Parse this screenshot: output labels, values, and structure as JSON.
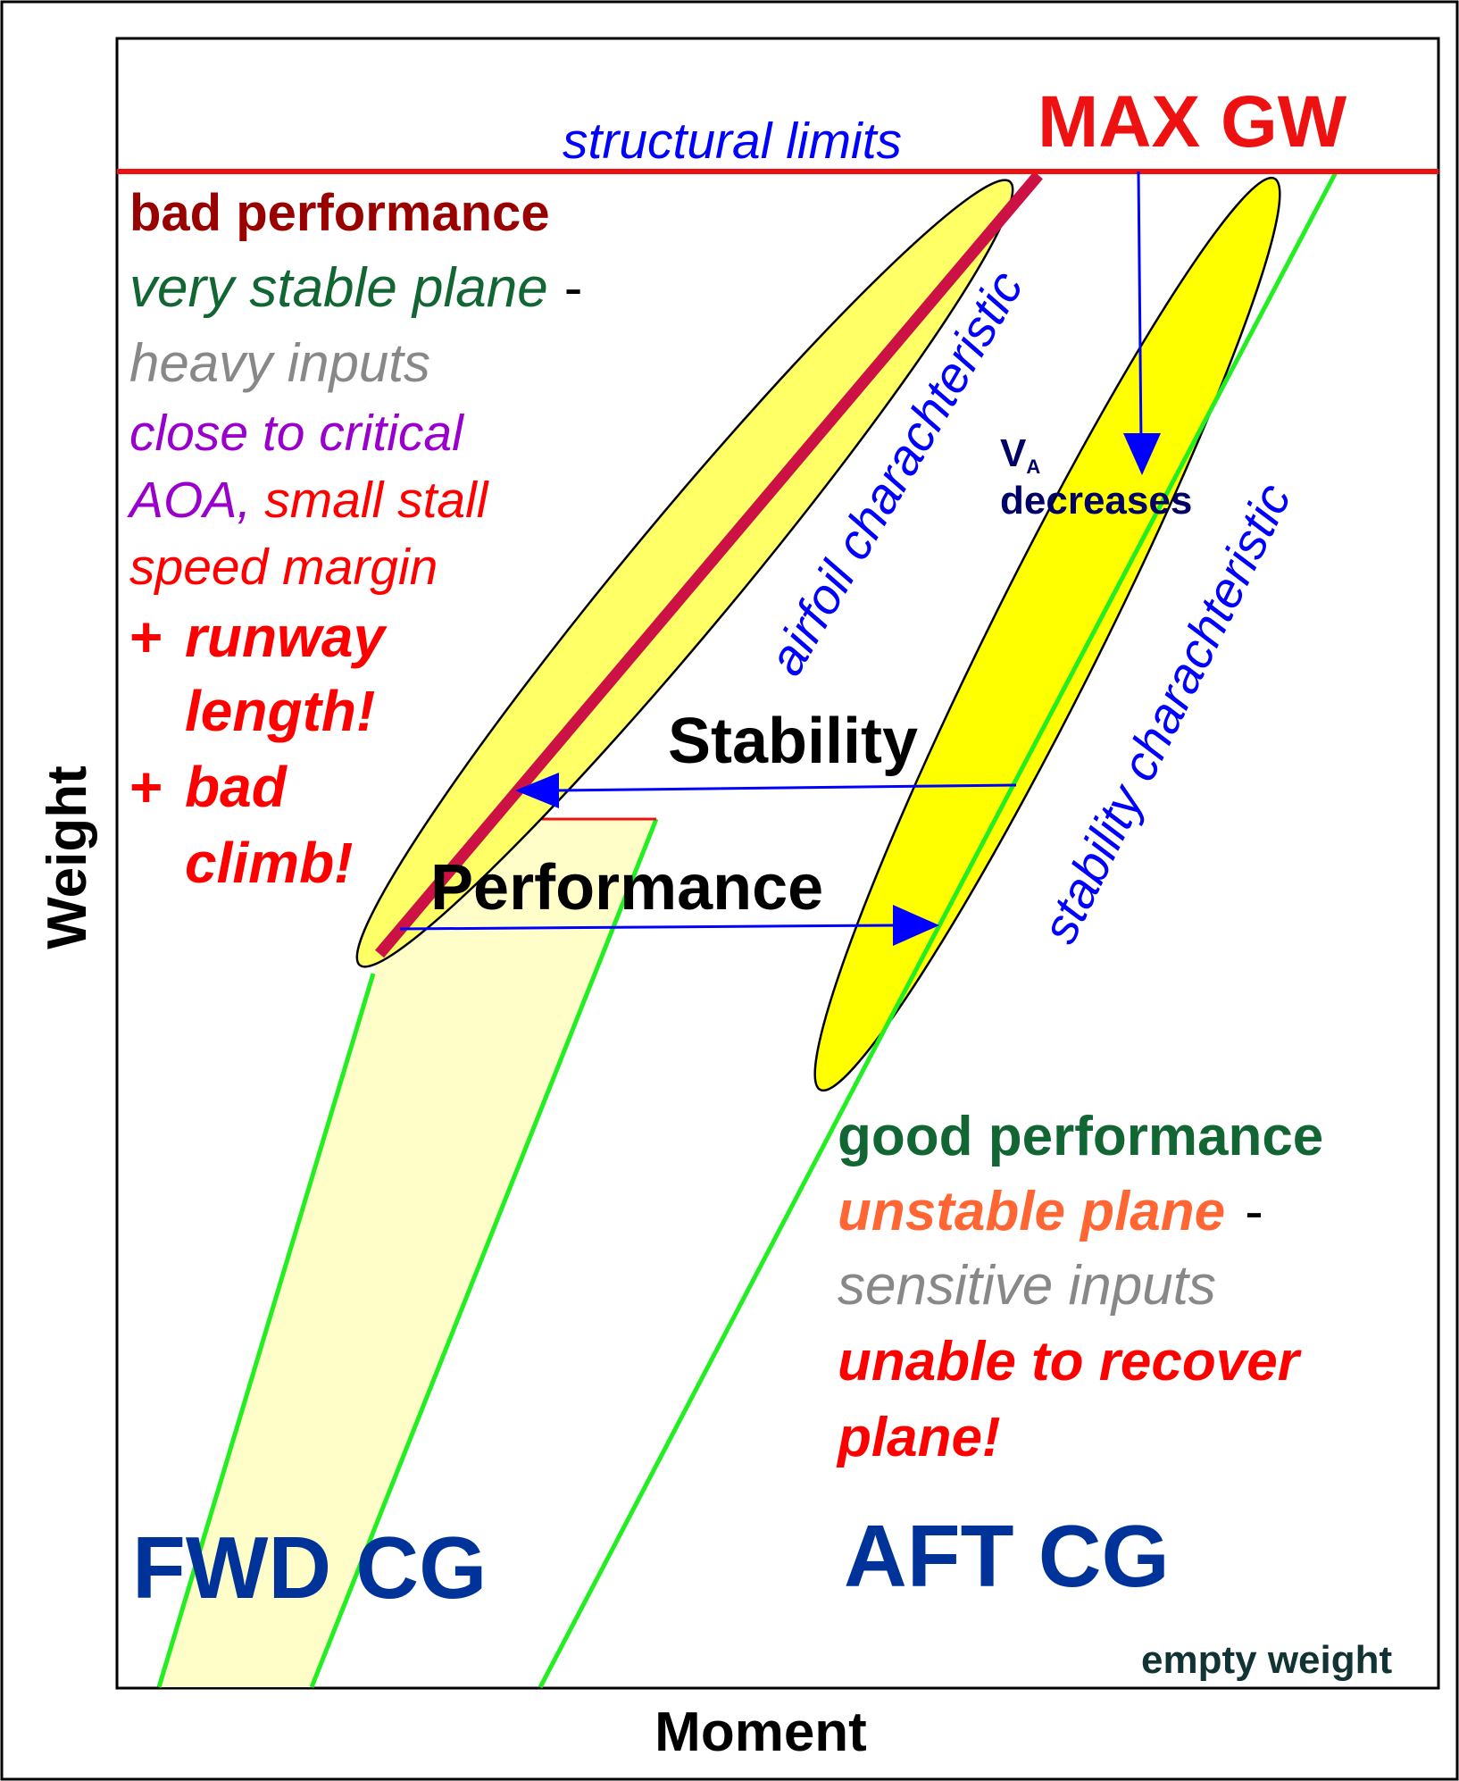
{
  "axes": {
    "x_label": "Moment",
    "y_label": "Weight"
  },
  "top": {
    "structural_limits": "structural limits",
    "max_gw": "MAX GW"
  },
  "left_panel": {
    "bad_performance": "bad performance",
    "very_stable_plane": "very stable plane",
    "dash": "-",
    "heavy_inputs": "heavy inputs",
    "close_to_critical": "close to critical",
    "aoa": "AOA,",
    "small_stall": "small stall",
    "speed_margin": "speed margin",
    "plus1": "+",
    "runway": "runway",
    "length": "length!",
    "plus2": "+",
    "bad": "bad",
    "climb": "climb!"
  },
  "right_panel": {
    "good_performance": "good performance",
    "unstable_plane": "unstable plane",
    "dash": "-",
    "sensitive_inputs": "sensitive inputs",
    "unable_to_recover": "unable to recover",
    "plane": "plane!"
  },
  "labels": {
    "airfoil": "airfoil charachteristic",
    "stability_char": "stability charachteristic",
    "va_v": "V",
    "va_sub": "A",
    "va_decreases": "decreases",
    "stability": "Stability",
    "performance": "Performance",
    "fwd_cg": "FWD CG",
    "aft_cg": "AFT CG",
    "empty_weight": "empty weight"
  },
  "colors": {
    "limit_red": "#ee1111",
    "dark_red": "#990000",
    "dark_green": "#116633",
    "gray": "#888888",
    "purple": "#9900cc",
    "red": "#ff0000",
    "blue": "#0000ff",
    "navy": "#000066",
    "cg_blue": "#003399",
    "orange": "#ff6633",
    "green_line": "#22ee22",
    "yellow": "#ffff00",
    "light_yellow": "#fffdc8",
    "crimson": "#cc1144"
  }
}
